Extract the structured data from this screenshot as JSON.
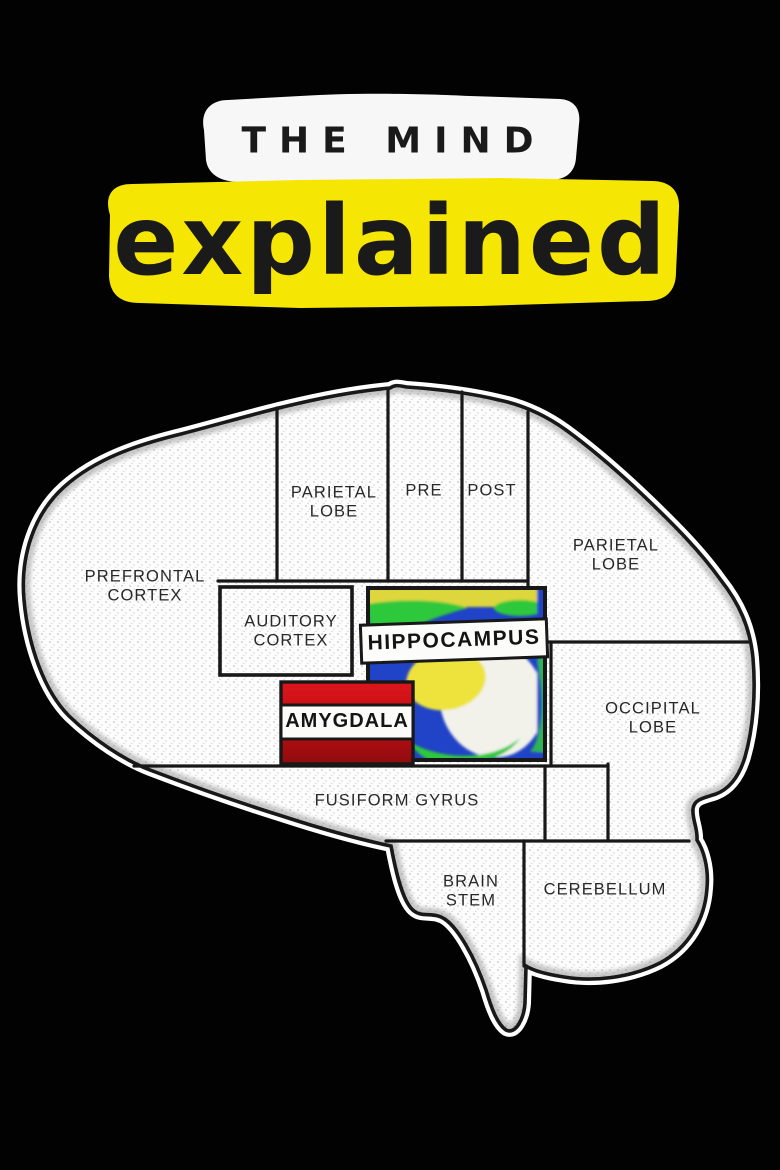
{
  "title": {
    "line1": "THE MIND",
    "line2": "explained"
  },
  "brain": {
    "labels": {
      "prefrontal_cortex": "PREFRONTAL\nCORTEX",
      "parietal_lobe_left": "PARIETAL\nLOBE",
      "precentral": "PRE",
      "postcentral": "POST",
      "parietal_lobe_right": "PARIETAL\nLOBE",
      "auditory_cortex": "AUDITORY\nCORTEX",
      "hippocampus": "HIPPOCAMPUS",
      "amygdala": "AMYGDALA",
      "occipital_lobe": "OCCIPITAL\nLOBE",
      "fusiform_gyrus": "FUSIFORM GYRUS",
      "brain_stem": "BRAIN\nSTEM",
      "cerebellum": "CEREBELLUM"
    }
  },
  "colors": {
    "background": "#000000",
    "title_strip_white": "#f7f7f7",
    "title_strip_yellow": "#f6e604",
    "title_text": "#1a1a1a",
    "ink_outline": "#181818",
    "amygdala_red": "#c31014",
    "hippocampus_blue": "#2143c7",
    "hippocampus_green": "#2fc83e",
    "hippocampus_yellow": "#e8de3a",
    "label_text": "#282828"
  }
}
